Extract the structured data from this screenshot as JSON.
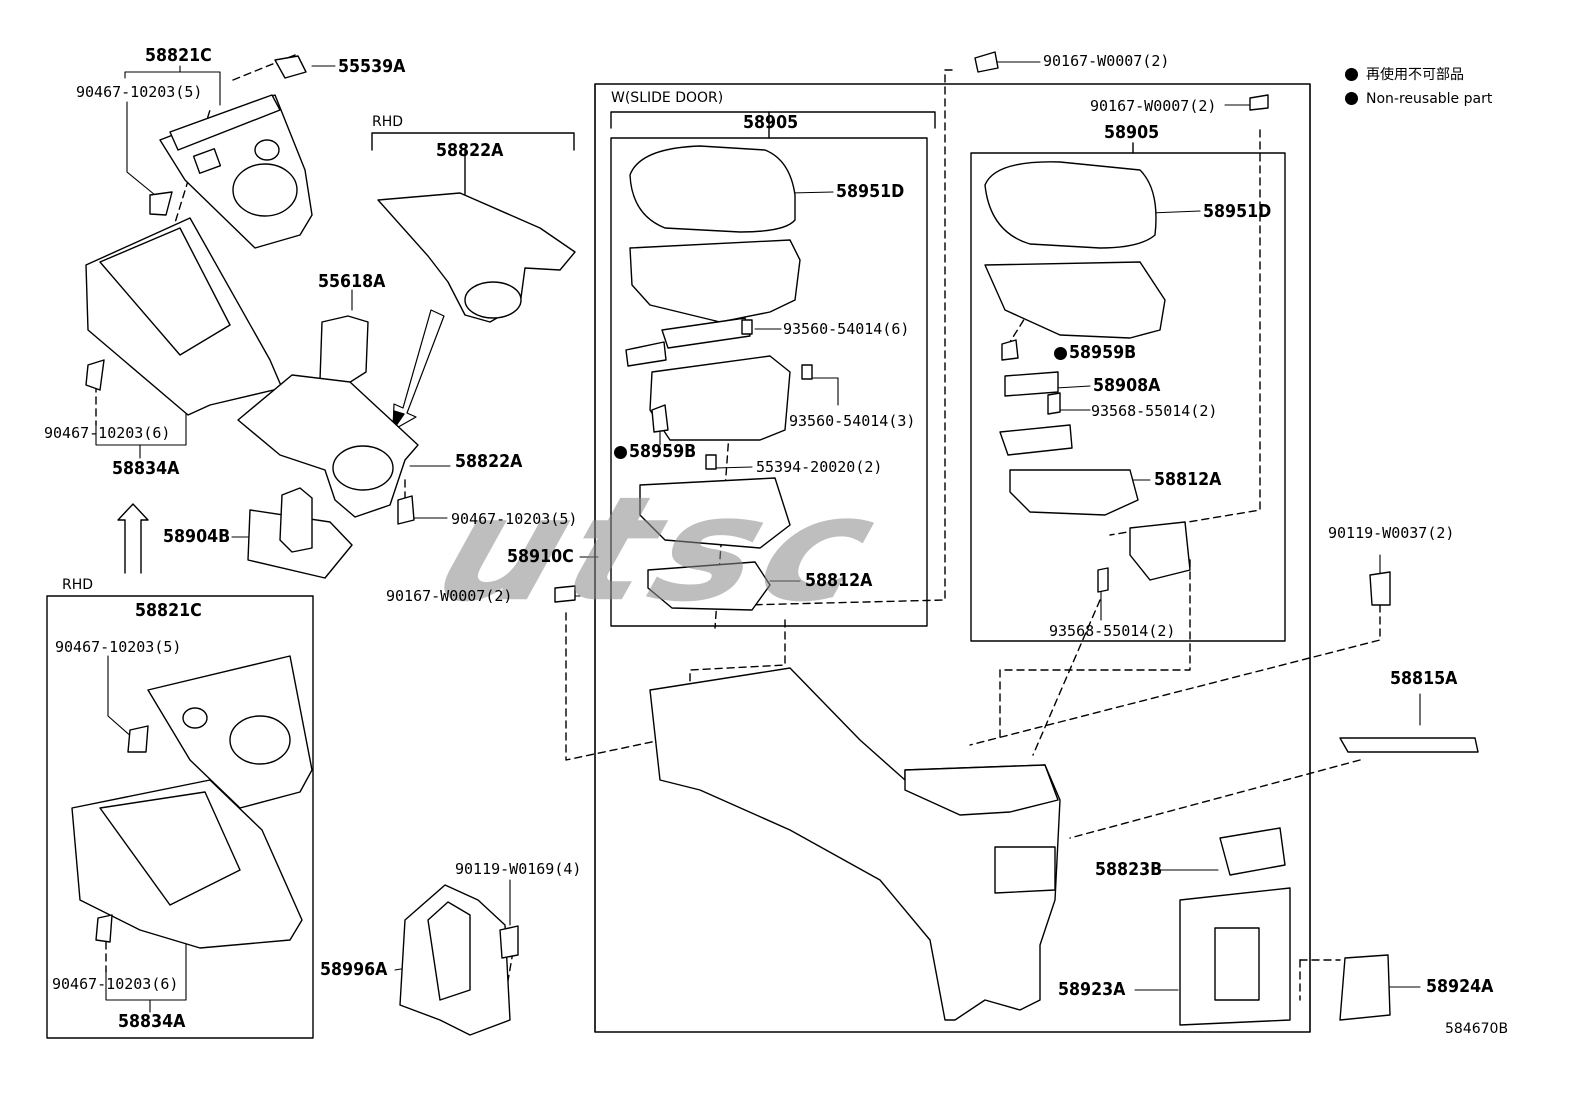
{
  "diagram_id": "584670B",
  "watermark": "utsc",
  "legend": {
    "jp": "再使用不可部品",
    "en": "Non-reusable part"
  },
  "section_labels": {
    "slide_door": "W(SLIDE DOOR)",
    "rhd_top": "RHD",
    "rhd_bottom": "RHD"
  },
  "labels": {
    "p58821c_top": "58821C",
    "p55539a": "55539A",
    "p90467_5_top": "90467-10203(5)",
    "p90467_6_top": "90467-10203(6)",
    "p58834a_top": "58834A",
    "p58822a_top": "58822A",
    "p55618a": "55618A",
    "p58822a_mid": "58822A",
    "p90467_5_mid": "90467-10203(5)",
    "p58904b": "58904B",
    "p58821c_bot": "58821C",
    "p90467_5_bot": "90467-10203(5)",
    "p90467_6_bot": "90467-10203(6)",
    "p58834a_bot": "58834A",
    "p90119_w0169": "90119-W0169(4)",
    "p58996a": "58996A",
    "p90167_top": "90167-W0007(2)",
    "p58905_left": "58905",
    "p58951d_left": "58951D",
    "p93560_6": "93560-54014(6)",
    "p93560_3": "93560-54014(3)",
    "p58959b_left": "58959B",
    "p55394": "55394-20020(2)",
    "p58812a_left": "58812A",
    "p58910c": "58910C",
    "p90167_left": "90167-W0007(2)",
    "p90167_right": "90167-W0007(2)",
    "p58905_right": "58905",
    "p58951d_right": "58951D",
    "p58959b_right": "58959B",
    "p58908a": "58908A",
    "p93568_top": "93568-55014(2)",
    "p58812a_right": "58812A",
    "p93568_bot": "93568-55014(2)",
    "p90119_w0037": "90119-W0037(2)",
    "p58815a": "58815A",
    "p58823b": "58823B",
    "p58923a": "58923A",
    "p58924a": "58924A"
  }
}
